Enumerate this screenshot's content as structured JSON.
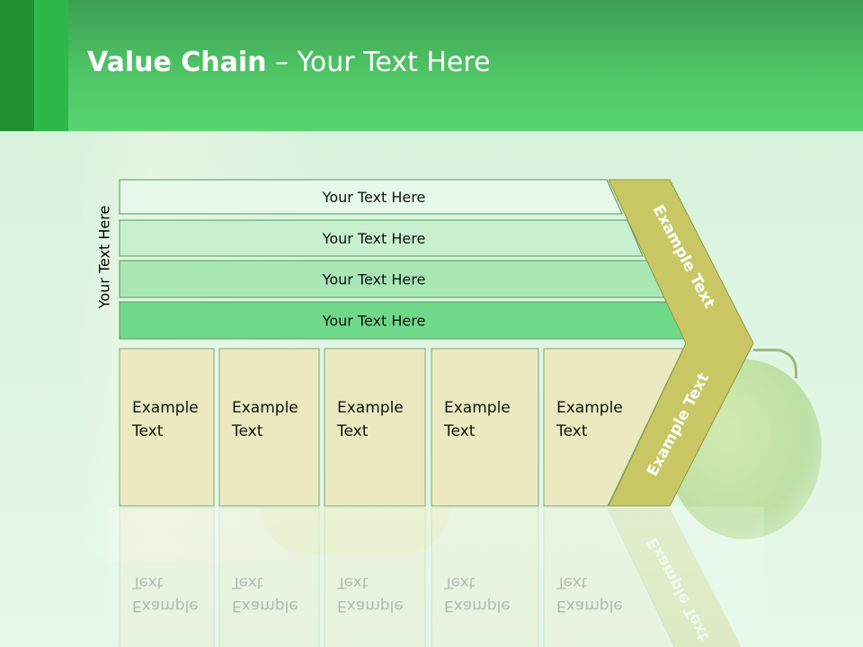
{
  "slide": {
    "title_bold": "Value Chain",
    "title_rest": " – Your Text Here",
    "side_label": "Your Text Here"
  },
  "support_bars": [
    {
      "label": "Your Text Here",
      "fill": "#e6f8ea"
    },
    {
      "label": "Your Text Here",
      "fill": "#c8f0cf"
    },
    {
      "label": "Your Text Here",
      "fill": "#a9e8b4"
    },
    {
      "label": "Your Text Here",
      "fill": "#6fd889"
    }
  ],
  "primary_boxes": [
    {
      "line1": "Example",
      "line2": "Text"
    },
    {
      "line1": "Example",
      "line2": "Text"
    },
    {
      "line1": "Example",
      "line2": "Text"
    },
    {
      "line1": "Example",
      "line2": "Text"
    },
    {
      "line1": "Example",
      "line2": "Text"
    }
  ],
  "arrow": {
    "upper_label": "Example Text",
    "lower_label": "Example Text",
    "fill": "#c9c764"
  },
  "colors": {
    "box_fill": "#ece9c1",
    "box_stroke": "#7fa67a",
    "bar_stroke": "#4c9a5c",
    "header_green": "#4fc566"
  }
}
